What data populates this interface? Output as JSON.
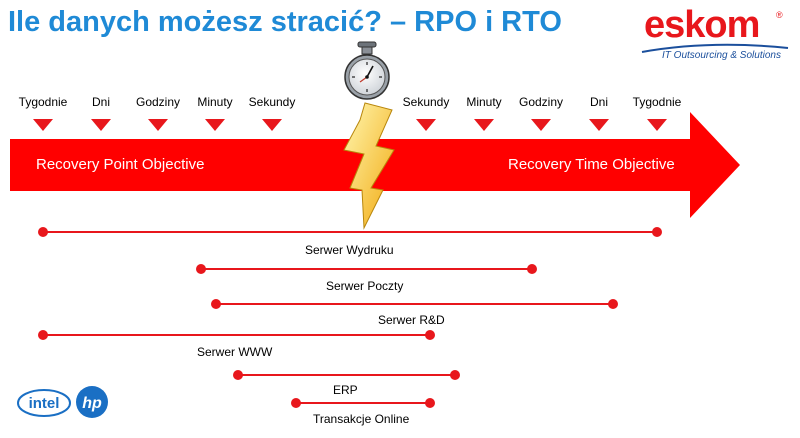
{
  "title": "Ile danych możesz stracić? – RPO i RTO",
  "logo": {
    "word": "eskom",
    "registered": "®",
    "tagline": "IT Outsourcing & Solutions",
    "color": "#e8171c",
    "tagline_color": "#1b4f9c"
  },
  "left_ticks": [
    "Tygodnie",
    "Dni",
    "Godziny",
    "Minuty",
    "Sekundy"
  ],
  "right_ticks": [
    "Sekundy",
    "Minuty",
    "Godziny",
    "Dni",
    "Tygodnie"
  ],
  "arrow": {
    "left_label": "Recovery Point Objective",
    "right_label": "Recovery Time Objective",
    "color": "#ff0000"
  },
  "center_icons": [
    "stopwatch-icon",
    "lightning-bolt-icon"
  ],
  "ranges": [
    {
      "label": "Serwer Wydruku",
      "from": "Tygodnie",
      "to": "Tygodnie"
    },
    {
      "label": "Serwer Poczty",
      "from": "Minuty",
      "to": "Godziny"
    },
    {
      "label": "Serwer R&D",
      "from": "Minuty",
      "to": "Dni"
    },
    {
      "label": "Serwer WWW",
      "from": "Tygodnie",
      "to": "Sekundy"
    },
    {
      "label": "ERP",
      "from": "Sekundy",
      "to": "Minuty"
    },
    {
      "label": "Transakcje Online",
      "from": "Sekundy",
      "to": "Sekundy"
    }
  ],
  "partner_logos": [
    {
      "name": "intel-logo",
      "text": "intel"
    },
    {
      "name": "hp-logo",
      "text": "hp"
    }
  ]
}
